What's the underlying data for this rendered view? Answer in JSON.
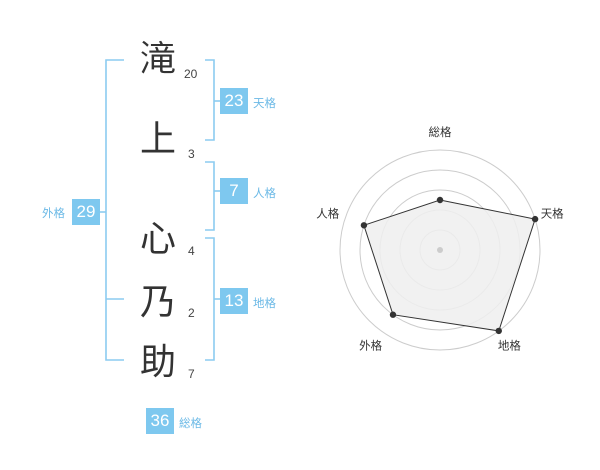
{
  "name": {
    "chars": [
      {
        "char": "滝",
        "strokes": "20"
      },
      {
        "char": "上",
        "strokes": "3"
      },
      {
        "char": "心",
        "strokes": "4"
      },
      {
        "char": "乃",
        "strokes": "2"
      },
      {
        "char": "助",
        "strokes": "7"
      }
    ]
  },
  "fortunes": {
    "ten": {
      "value": "23",
      "label": "天格"
    },
    "jin": {
      "value": "7",
      "label": "人格"
    },
    "chi": {
      "value": "13",
      "label": "地格"
    },
    "gai": {
      "value": "29",
      "label": "外格"
    },
    "sou": {
      "value": "36",
      "label": "総格"
    }
  },
  "chart_data": {
    "type": "radar",
    "axes": [
      "総格",
      "天格",
      "地格",
      "外格",
      "人格"
    ],
    "values": [
      2.5,
      5,
      5,
      4,
      4
    ],
    "rmax": 5,
    "colors": {
      "line": "#333333",
      "fill": "#efefef",
      "grid": "#cccccc",
      "badge": "#7ec8ef"
    }
  }
}
